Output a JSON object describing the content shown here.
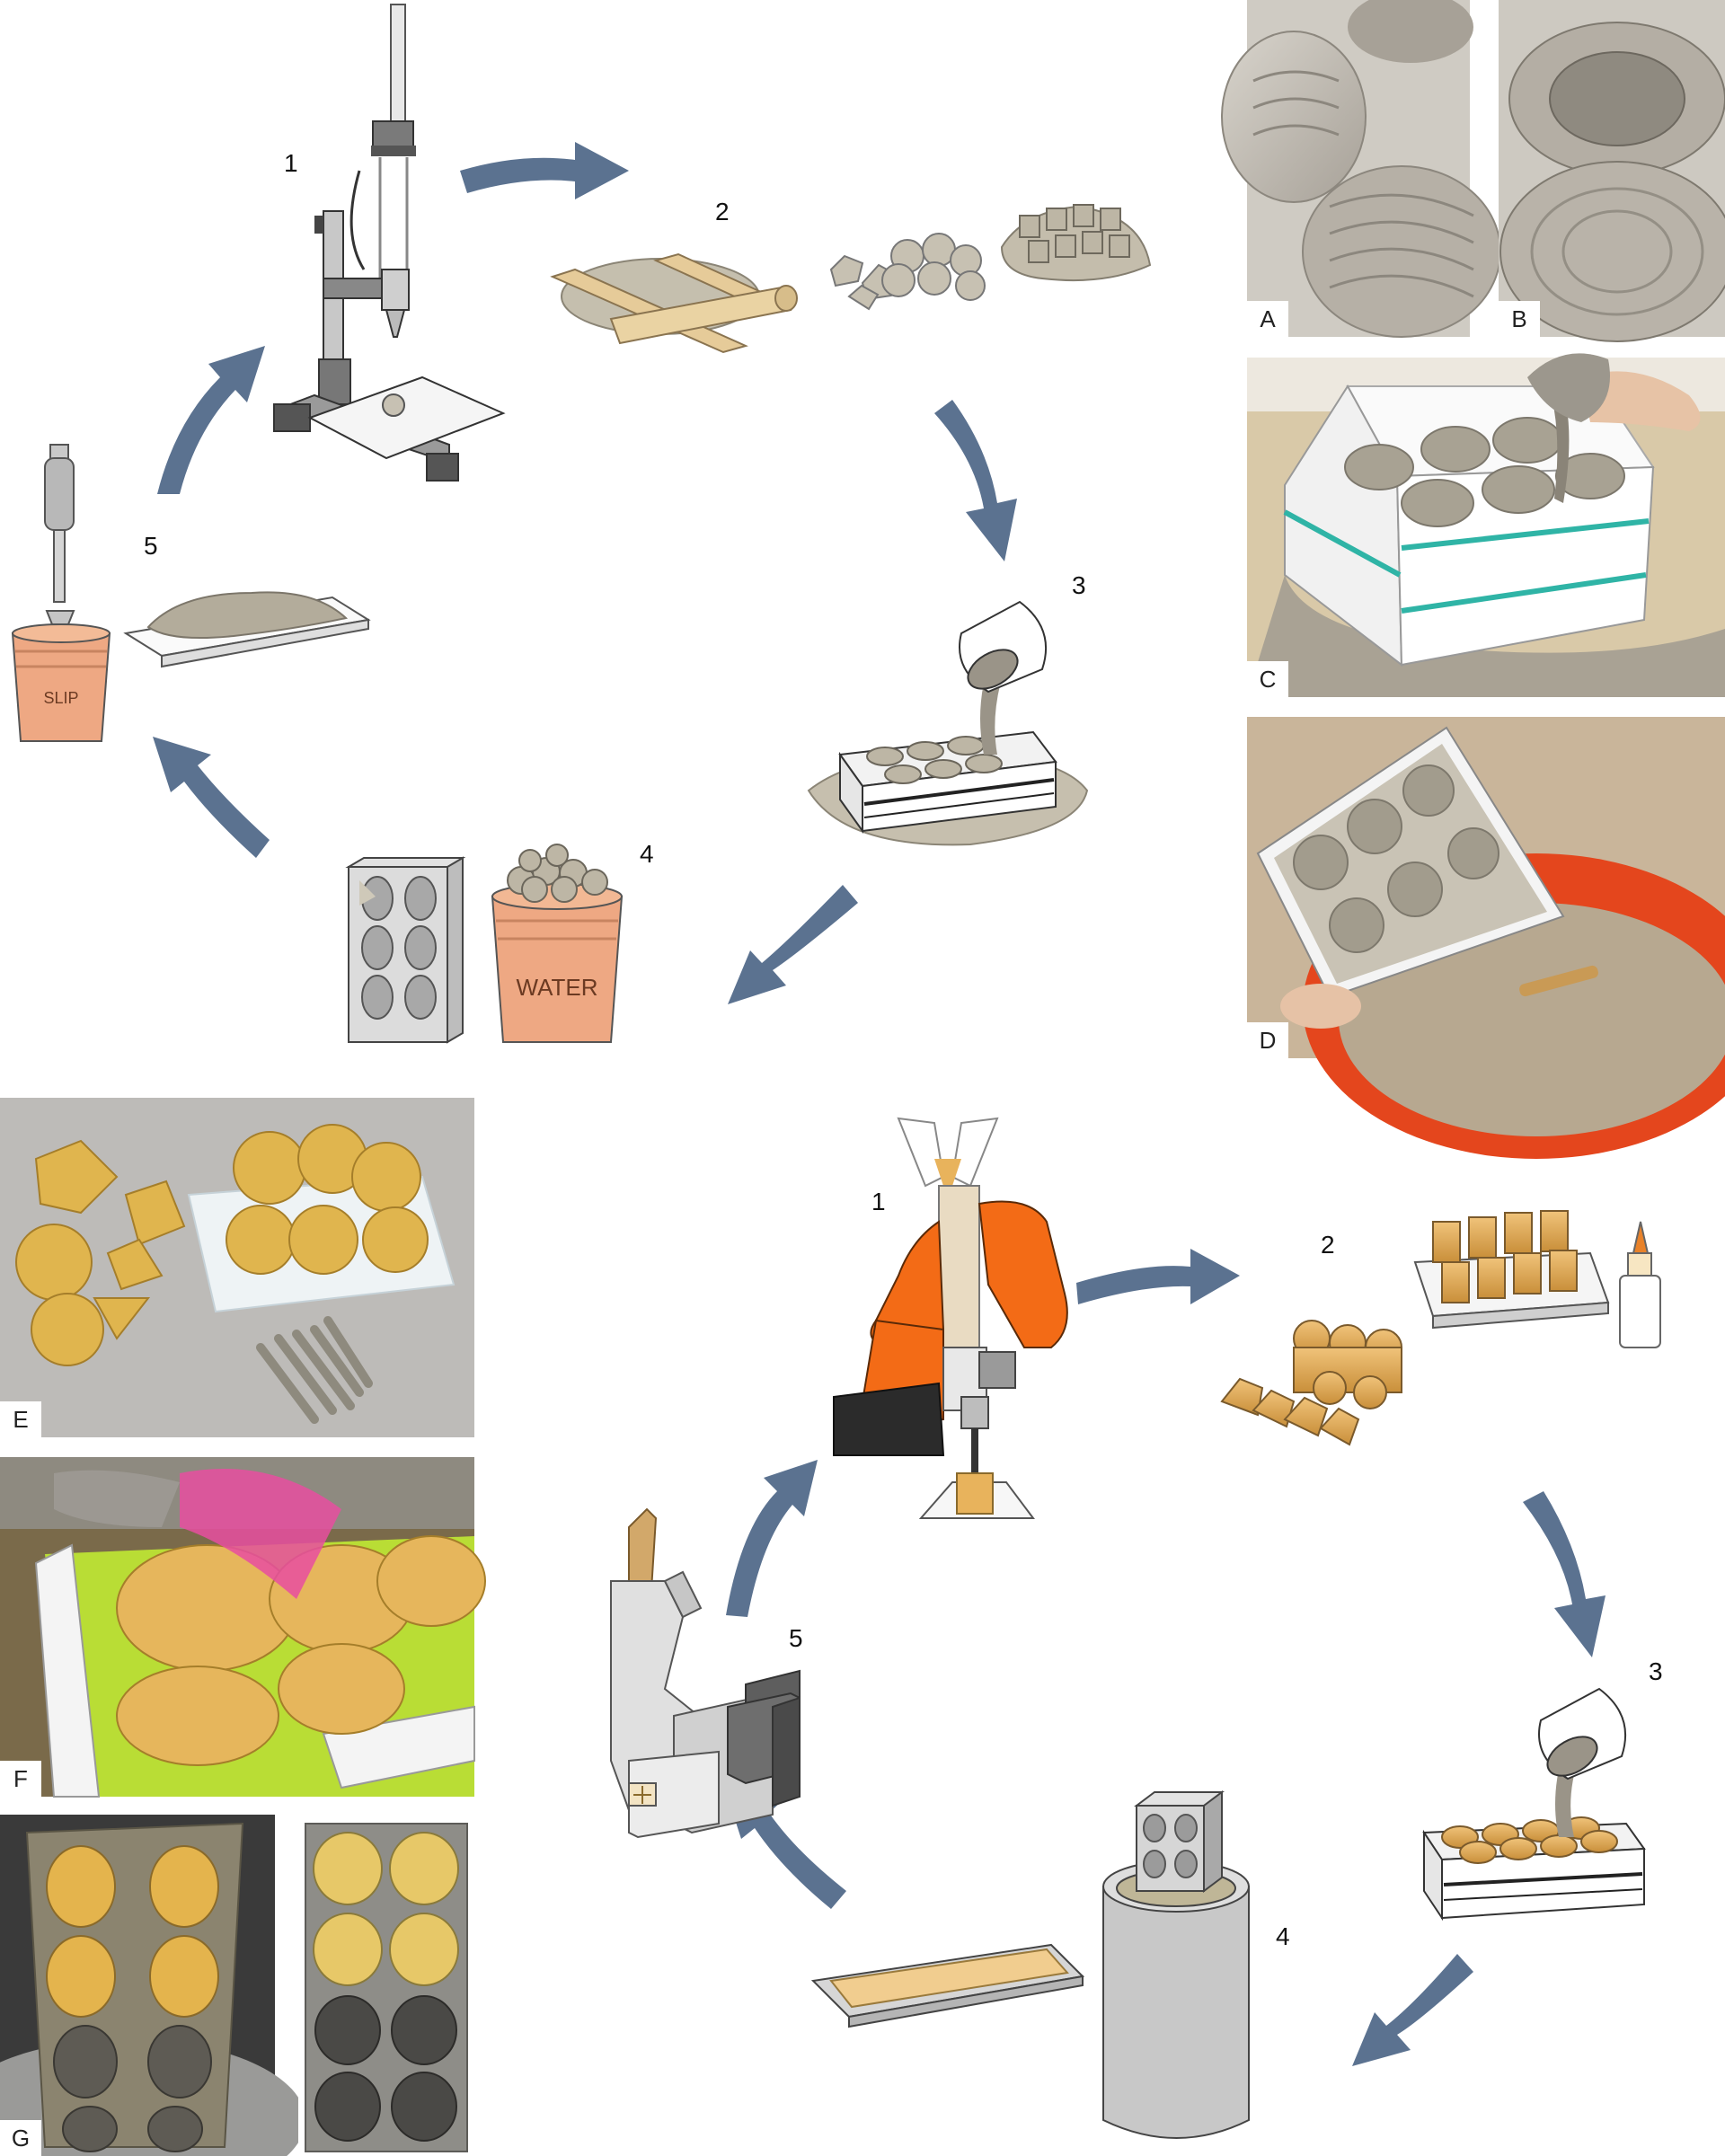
{
  "top_cycle": {
    "steps": [
      "1",
      "2",
      "3",
      "4",
      "5"
    ],
    "bucket_labels": {
      "slip": "SLIP",
      "water": "WATER"
    }
  },
  "bottom_cycle": {
    "steps": [
      "1",
      "2",
      "3",
      "4",
      "5"
    ]
  },
  "photo_labels": [
    "A",
    "B",
    "C",
    "D",
    "E",
    "F",
    "G"
  ],
  "colors": {
    "arrow": "#5b7290",
    "clay": "#b8b1a1",
    "clay_dark": "#8e887b",
    "bucket": "#eea883",
    "wax": "#e8b35c",
    "robot": "#f36b16",
    "teal": "#2fb4a6",
    "lime": "#b9dd35",
    "red_bucket": "#e4461d"
  }
}
